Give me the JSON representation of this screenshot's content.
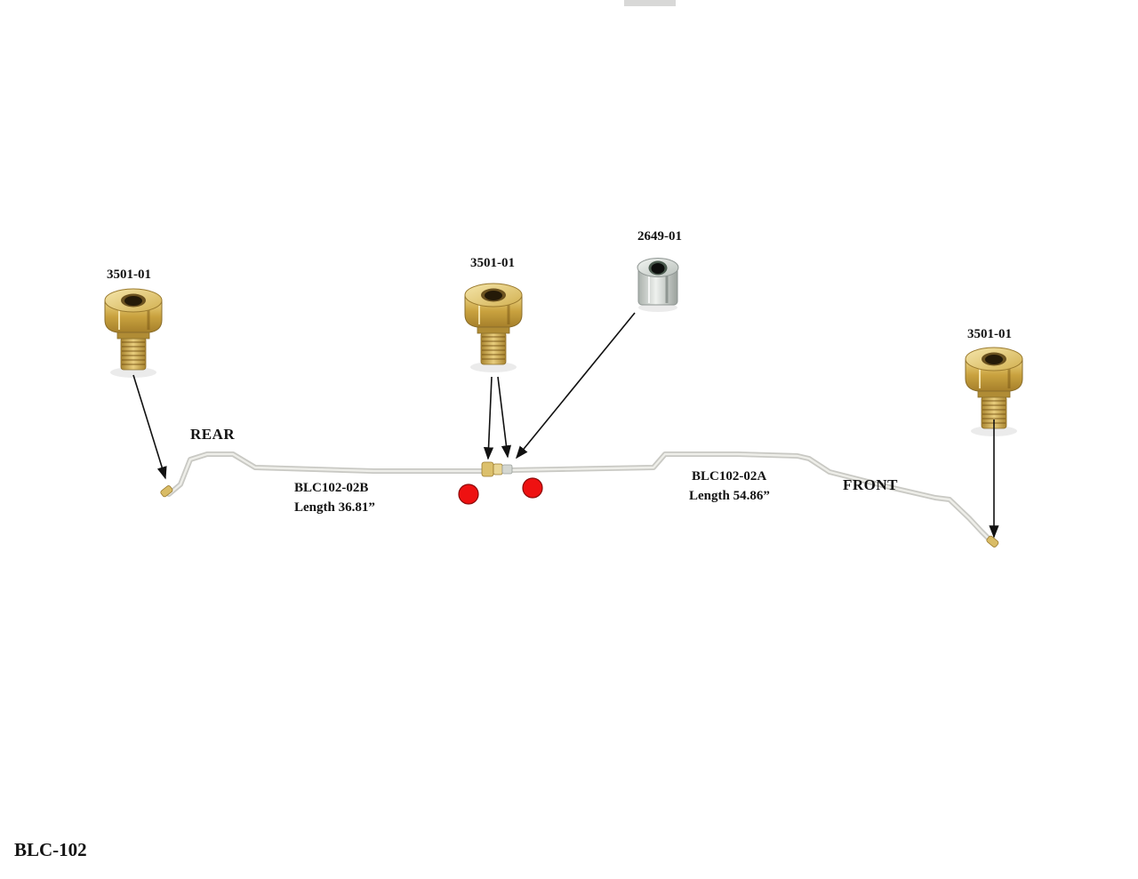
{
  "footer": {
    "code": "BLC-102"
  },
  "diagram": {
    "fittings": [
      {
        "id": "rear-flare-nut",
        "label": "3501-01"
      },
      {
        "id": "center-flare-nut",
        "label": "3501-01"
      },
      {
        "id": "tube-union",
        "label": "2649-01"
      },
      {
        "id": "front-flare-nut",
        "label": "3501-01"
      }
    ],
    "position_labels": {
      "rear": "REAR",
      "front": "FRONT"
    },
    "sections": [
      {
        "part_number": "BLC102-02B",
        "length_label": "Length 36.81”"
      },
      {
        "part_number": "BLC102-02A",
        "length_label": "Length 54.86”"
      }
    ],
    "colors": {
      "brass": "#c9a23f",
      "silver": "#cdd2ce",
      "tube": "#d6d6d1",
      "marker_red": "#ee1111"
    }
  }
}
